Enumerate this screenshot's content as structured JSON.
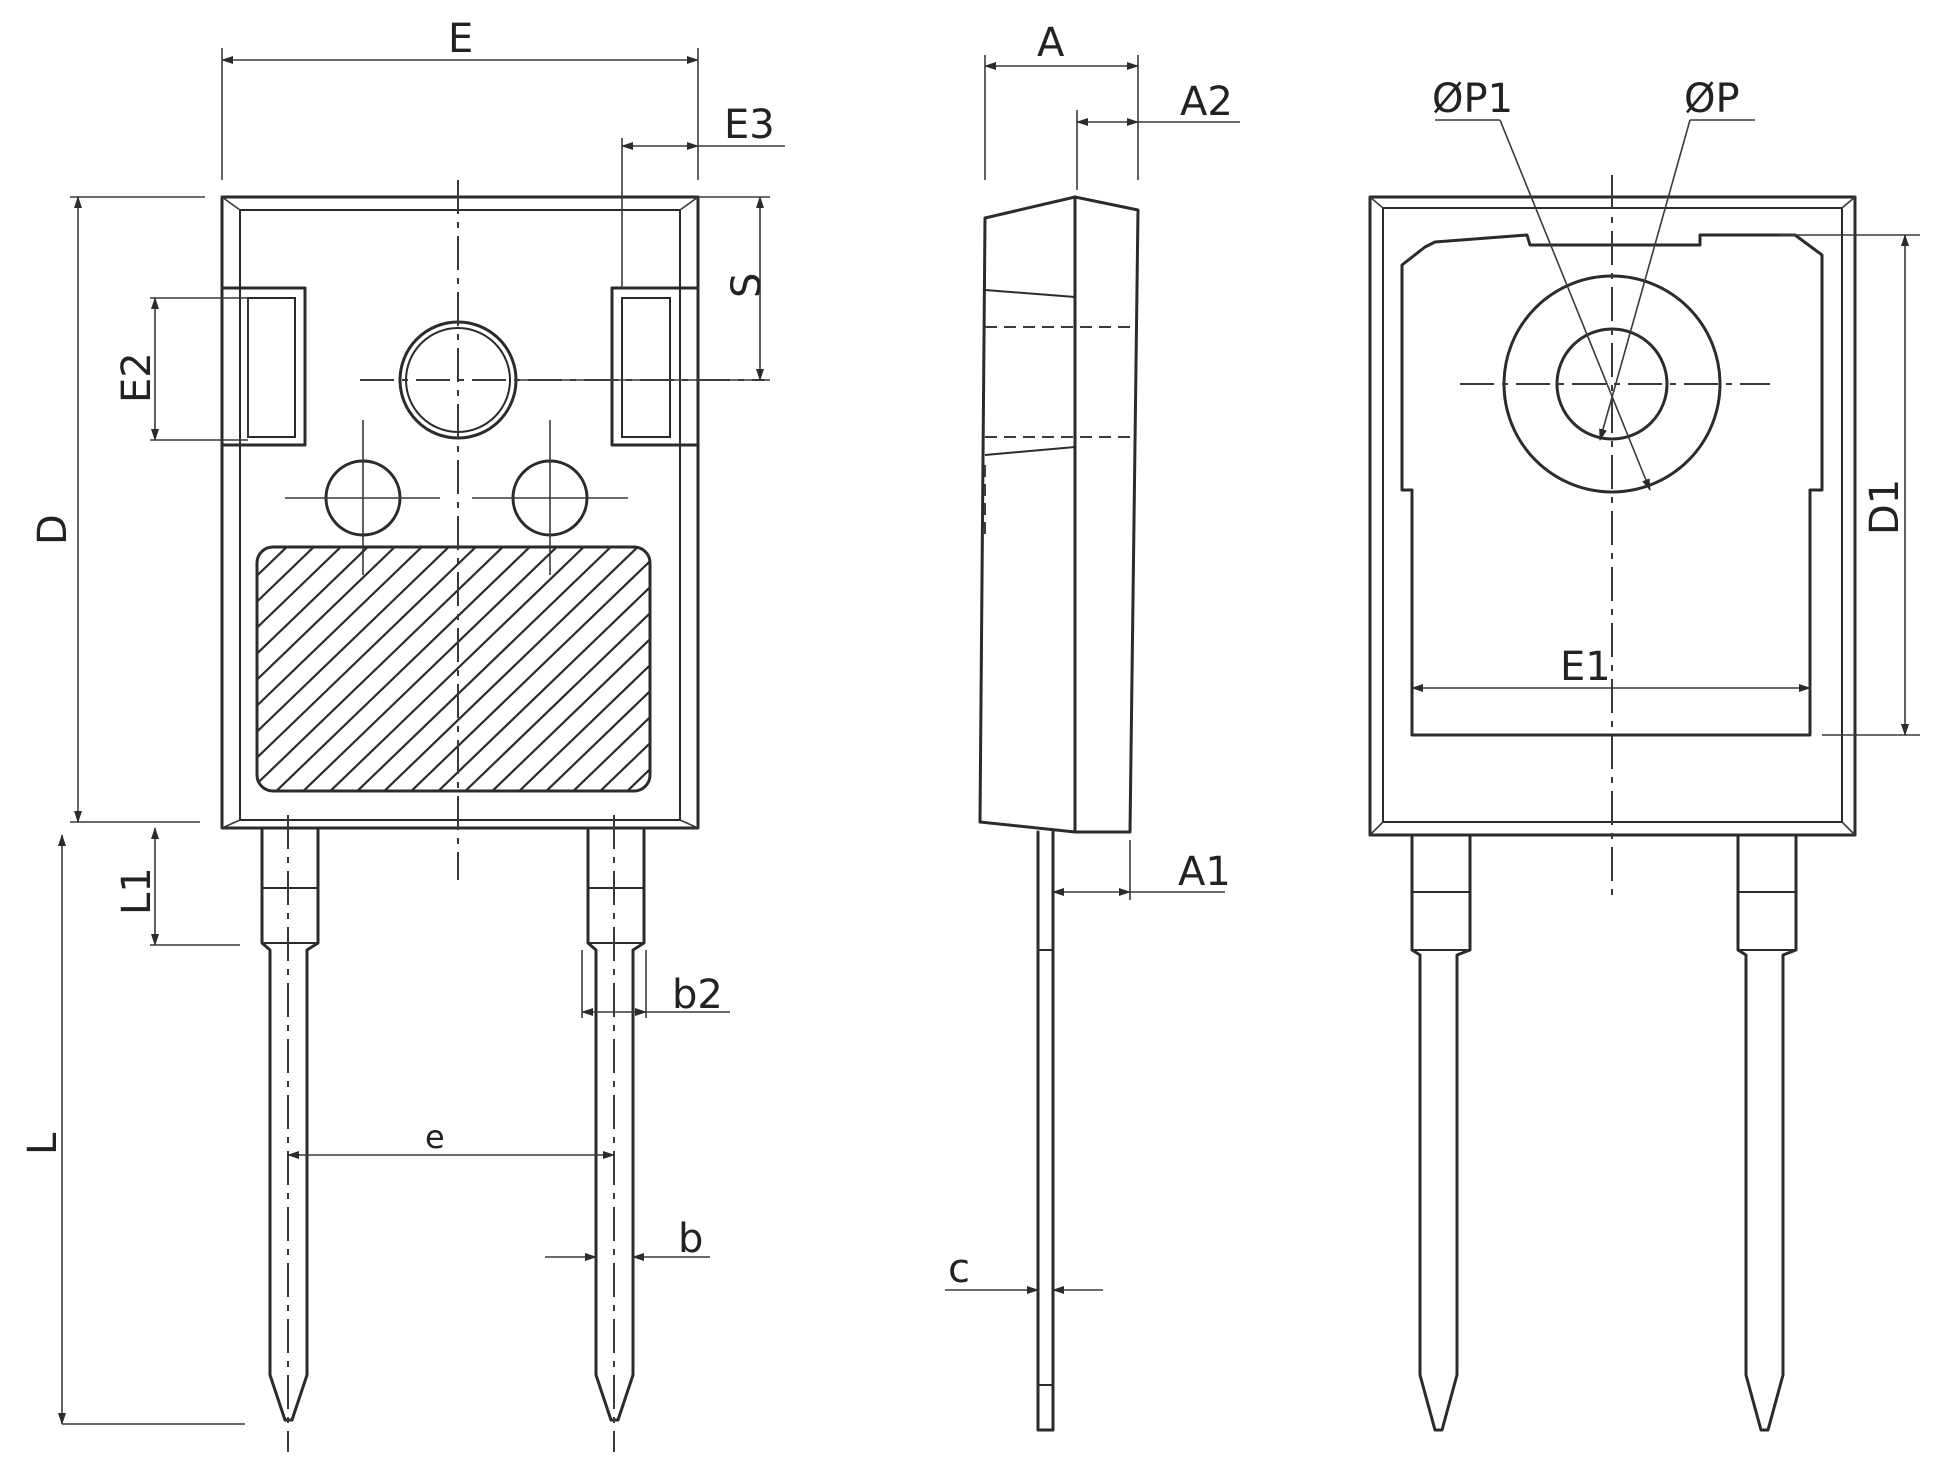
{
  "labels": {
    "E": "E",
    "E2": "E2",
    "E3": "E3",
    "S": "S",
    "D": "D",
    "L": "L",
    "L1": "L1",
    "b": "b",
    "b2": "b2",
    "e": "e",
    "A": "A",
    "A1": "A1",
    "A2": "A2",
    "c": "c",
    "P": "ØP",
    "P1": "ØP1",
    "D1": "D1",
    "E1": "E1"
  },
  "colors": {
    "line": "#2b2b2b",
    "background": "#ffffff"
  }
}
